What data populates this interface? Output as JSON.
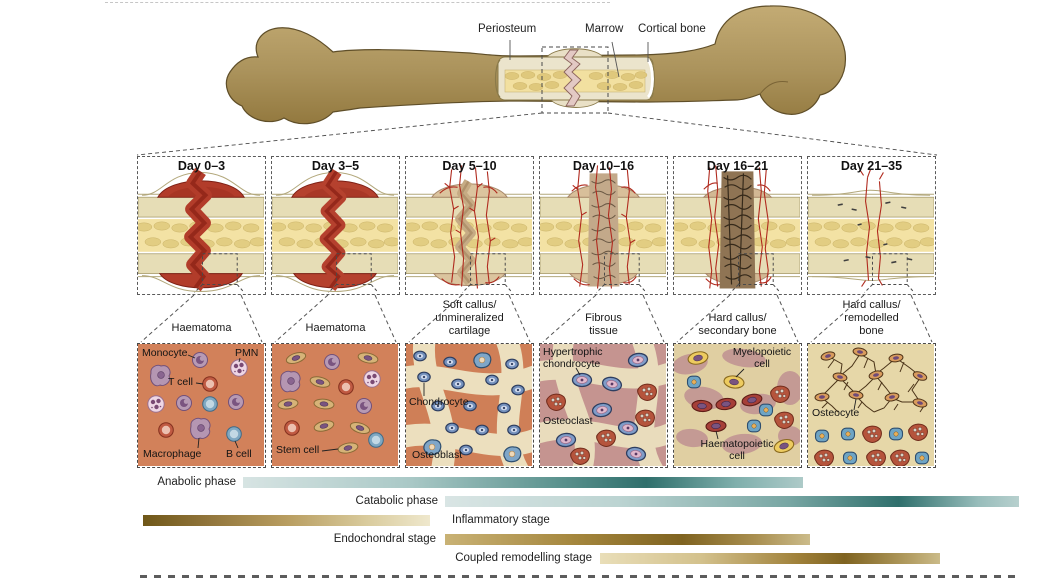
{
  "bone": {
    "labels": [
      "Periosteum",
      "Marrow",
      "Cortical bone"
    ]
  },
  "panels": [
    {
      "day": "Day 0–3",
      "tissue": "Haematoma",
      "cells": {
        "monocyte": "Monocyte",
        "pmn": "PMN",
        "tcell": "T cell",
        "macrophage": "Macrophage",
        "bcell": "B cell"
      }
    },
    {
      "day": "Day 3–5",
      "tissue": "Haematoma",
      "cells": {
        "stemcell": "Stem cell"
      }
    },
    {
      "day": "Day 5–10",
      "tissue": "Soft callus/\nunmineralized\ncartilage",
      "cells": {
        "chondrocyte": "Chondrocyte",
        "osteoblast": "Osteoblast"
      }
    },
    {
      "day": "Day 10–16",
      "tissue": "Fibrous\ntissue",
      "cells": {
        "hypertrophic": "Hypertrophic\nchondrocyte",
        "osteoclast": "Osteoclast"
      }
    },
    {
      "day": "Day 16–21",
      "tissue": "Hard callus/\nsecondary bone",
      "cells": {
        "myelopoietic": "Myelopoietic\ncell",
        "haematopoietic": "Haematopoietic\ncell"
      }
    },
    {
      "day": "Day 21–35",
      "tissue": "Hard callus/\nremodelled\nbone",
      "cells": {
        "osteocyte": "Osteocyte"
      }
    }
  ],
  "phases": [
    {
      "label": "Anabolic phase"
    },
    {
      "label": "Catabolic phase"
    },
    {
      "label": "Inflammatory stage"
    },
    {
      "label": "Endochondral stage"
    },
    {
      "label": "Coupled remodelling stage"
    }
  ],
  "colors": {
    "teal_dark": "#2f6f6c",
    "teal_light": "#d7e4e3",
    "gold_dark": "#7f6320",
    "gold_light": "#efe8cd",
    "bone": "#b49b63",
    "haematoma_red": "#b23c2a",
    "marrow_yellow": "#f3e2a4"
  }
}
